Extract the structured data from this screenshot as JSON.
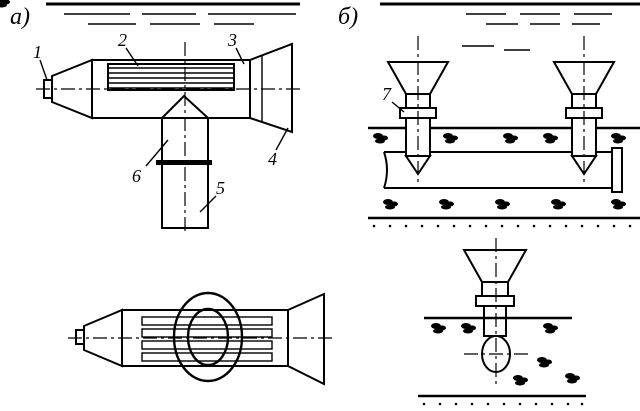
{
  "panels": {
    "a": {
      "label": "а)"
    },
    "b": {
      "label": "б)"
    }
  },
  "callouts": [
    "1",
    "2",
    "3",
    "4",
    "5",
    "6",
    "7"
  ]
}
